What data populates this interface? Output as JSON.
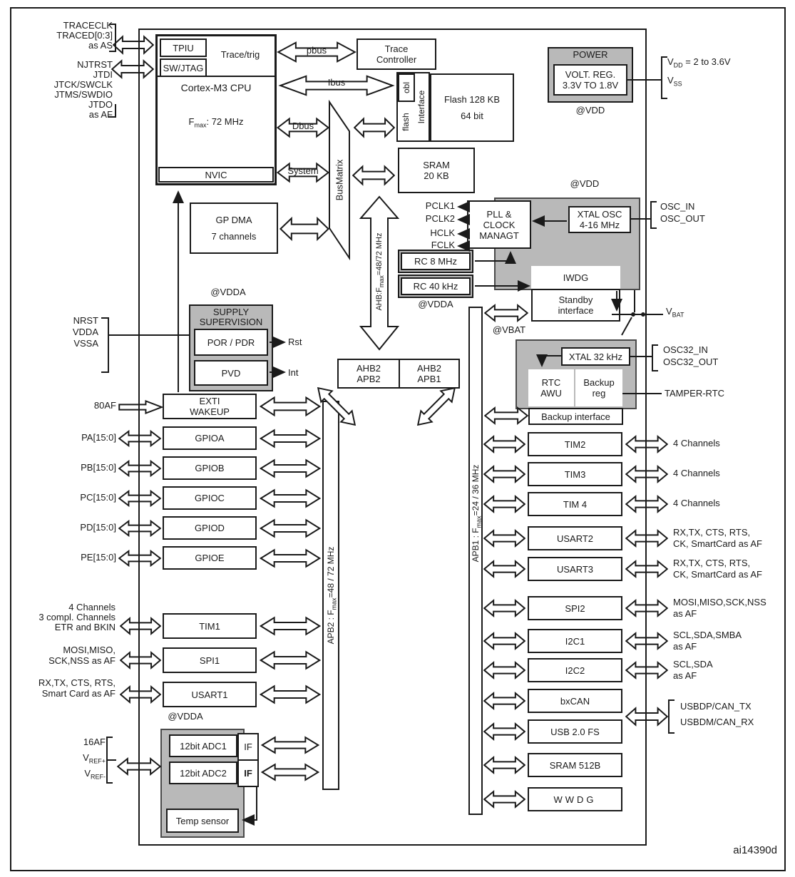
{
  "figure_id": "ai14390d",
  "colors": {
    "block_gray": "#b9b9b9",
    "line_black": "#1a1a1a"
  },
  "debug": {
    "trace_pins": [
      "TRACECLK",
      "TRACED[0:3]",
      "as AS"
    ],
    "jtag_pins": [
      "NJTRST",
      "JTDI",
      "JTCK/SWCLK",
      "JTMS/SWDIO",
      "JTDO",
      "as AF"
    ],
    "tpiu": "TPIU",
    "swjtag": "SW/JTAG",
    "trace_trig": "Trace/trig"
  },
  "cpu": {
    "name": "Cortex-M3 CPU",
    "f_base": "F",
    "f_sub": "max",
    "f_rest": ": 72 MHz",
    "nvic": "NVIC"
  },
  "buses": {
    "pbus": "pbus",
    "ibus": "Ibus",
    "dbus": "Dbus",
    "system": "System",
    "busmatrix": "BusMatrix",
    "ahb_base": "AHB:F",
    "ahb_sub": "max",
    "ahb_rest": "=48/72 MHz",
    "apb2_base": "APB2 : F",
    "apb2_sub": "max",
    "apb2_rest": "=48 / 72 MHz",
    "apb1_base": "APB1 : F",
    "apb1_sub": "max",
    "apb1_rest": "=24 / 36 MHz",
    "bridge_left": [
      "AHB2",
      "APB2"
    ],
    "bridge_right": [
      "AHB2",
      "APB1"
    ]
  },
  "memory": {
    "trace_ctrl": [
      "Trace",
      "Controller"
    ],
    "obl": "obl",
    "flash_word": "flash",
    "interface_word": "Interface",
    "flash": [
      "Flash 128 KB",
      "64 bit"
    ],
    "sram": [
      "SRAM",
      "20 KB"
    ]
  },
  "dma": [
    "GP DMA",
    "7 channels"
  ],
  "power": {
    "title": "POWER",
    "reg": [
      "VOLT. REG.",
      "3.3V TO 1.8V"
    ],
    "at_vdd": "@VDD",
    "vdd_base": "V",
    "vdd_sub": "DD",
    "vdd_rest": " = 2 to 3.6V",
    "vss_base": "V",
    "vss_sub": "SS"
  },
  "clock": {
    "pclk1": "PCLK1",
    "pclk2": "PCLK2",
    "hclk": "HCLK",
    "fclk": "FCLK",
    "pll": [
      "PLL &",
      "CLOCK",
      "MANAGT"
    ],
    "xtal": [
      "XTAL OSC",
      "4-16 MHz"
    ],
    "at_vdd": "@VDD",
    "rc8": "RC 8 MHz",
    "rc40": "RC 40 kHz",
    "at_vdda": "@VDDA",
    "iwdg": "IWDG",
    "standby": [
      "Standby",
      "interface"
    ],
    "osc_in": "OSC_IN",
    "osc_out": "OSC_OUT"
  },
  "backup": {
    "at_vbat": "@VBAT",
    "xtal32": "XTAL 32 kHz",
    "rtc": [
      "RTC",
      "AWU"
    ],
    "reg": [
      "Backup",
      "reg"
    ],
    "interface": "Backup interface",
    "vbat_base": "V",
    "vbat_sub": "BAT",
    "osc32_in": "OSC32_IN",
    "osc32_out": "OSC32_OUT",
    "tamper": "TAMPER-RTC"
  },
  "supply": {
    "at_vdda": "@VDDA",
    "title": [
      "SUPPLY",
      "SUPERVISION"
    ],
    "por": "POR / PDR",
    "pvd": "PVD",
    "rst": "Rst",
    "int": "Int",
    "pins": [
      "NRST",
      "VDDA",
      "VSSA"
    ]
  },
  "exti": {
    "pin": "80AF",
    "label": [
      "EXTI",
      "WAKEUP"
    ]
  },
  "gpio": [
    {
      "pin": "PA[15:0]",
      "label": "GPIOA"
    },
    {
      "pin": "PB[15:0]",
      "label": "GPIOB"
    },
    {
      "pin": "PC[15:0]",
      "label": "GPIOC"
    },
    {
      "pin": "PD[15:0]",
      "label": "GPIOD"
    },
    {
      "pin": "PE[15:0]",
      "label": "GPIOE"
    }
  ],
  "apb2_periph": {
    "tim1": {
      "label": "TIM1",
      "pins": [
        "4 Channels",
        "3 compl. Channels",
        "ETR and BKIN"
      ]
    },
    "spi1": {
      "label": "SPI1",
      "pins": [
        "MOSI,MISO,",
        "SCK,NSS as AF"
      ]
    },
    "usart1": {
      "label": "USART1",
      "pins": [
        "RX,TX, CTS, RTS,",
        "Smart Card as AF"
      ]
    },
    "at_vdda": "@VDDA",
    "adc": {
      "pin_af": "16AF",
      "vrefp_base": "V",
      "vrefp_sub": "REF+",
      "vrefm_base": "V",
      "vrefm_sub": "REF-",
      "adc1": "12bit ADC1",
      "adc2": "12bit ADC2",
      "if1": "IF",
      "if2": "IF",
      "temp": "Temp sensor"
    }
  },
  "apb1_rows": [
    {
      "label": "TIM2",
      "pins": [
        "4 Channels"
      ]
    },
    {
      "label": "TIM3",
      "pins": [
        "4 Channels"
      ]
    },
    {
      "label": "TIM 4",
      "pins": [
        "4 Channels"
      ]
    },
    {
      "label": "USART2",
      "pins": [
        "RX,TX, CTS, RTS,",
        "CK, SmartCard as AF"
      ]
    },
    {
      "label": "USART3",
      "pins": [
        "RX,TX, CTS, RTS,",
        "CK, SmartCard as AF"
      ]
    },
    {
      "label": "SPI2",
      "pins": [
        "MOSI,MISO,SCK,NSS",
        "as AF"
      ]
    },
    {
      "label": "I2C1",
      "pins": [
        "SCL,SDA,SMBA",
        "as AF"
      ]
    },
    {
      "label": "I2C2",
      "pins": [
        "SCL,SDA",
        "as AF"
      ]
    },
    {
      "label": "bxCAN",
      "pins": []
    },
    {
      "label": "USB 2.0 FS",
      "pins": []
    },
    {
      "label": "SRAM 512B",
      "pins": []
    },
    {
      "label": "WWDG",
      "pins": []
    }
  ],
  "can_usb_pins": [
    "USBDP/CAN_TX",
    "USBDM/CAN_RX"
  ]
}
